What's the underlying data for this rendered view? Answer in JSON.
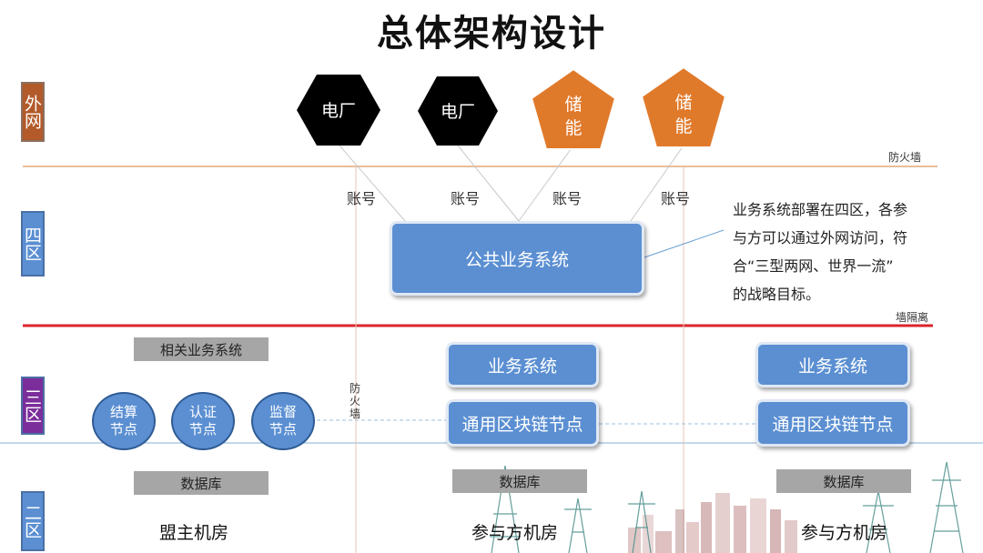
{
  "title": "总体架构设计",
  "zones": [
    {
      "label": "外网",
      "color": "#b35a2a"
    },
    {
      "label": "四区",
      "color": "#5b8fd2"
    },
    {
      "label": "三区",
      "color": "#7b2e9b"
    },
    {
      "label": "二区",
      "color": "#5b8fd2"
    }
  ],
  "boundaries": {
    "firewall_top": "防火墙",
    "wall_isolation": "墙隔离",
    "firewall_vertical": "防火墙"
  },
  "external_nodes": [
    {
      "label": "电厂",
      "shape": "hexagon",
      "color": "#000000"
    },
    {
      "label": "电厂",
      "shape": "hexagon",
      "color": "#000000"
    },
    {
      "label": "储能",
      "shape": "pentagon",
      "color": "#e07a2b"
    },
    {
      "label": "储能",
      "shape": "pentagon",
      "color": "#e07a2b"
    }
  ],
  "account_labels": [
    "账号",
    "账号",
    "账号",
    "账号"
  ],
  "public_system": "公共业务系统",
  "note_lines": [
    "业务系统部署在四区，各参",
    "与方可以通过外网访问，符",
    "合“三型两网、世界一流”",
    "的战略目标。"
  ],
  "related_systems": "相关业务系统",
  "alliance_nodes": [
    {
      "line1": "结算",
      "line2": "节点"
    },
    {
      "line1": "认证",
      "line2": "节点"
    },
    {
      "line1": "监督",
      "line2": "节点"
    }
  ],
  "business_system": [
    "业务系统",
    "业务系统"
  ],
  "blockchain_node": [
    "通用区块链节点",
    "通用区块链节点"
  ],
  "database": [
    "数据库",
    "数据库",
    "数据库"
  ],
  "rooms": [
    "盟主机房",
    "参与方机房",
    "参与方机房"
  ],
  "colors": {
    "accent_blue": "#5b8fd2",
    "orange": "#e07a2b",
    "red_line": "#d9262c",
    "grey": "#a6a6a6"
  }
}
